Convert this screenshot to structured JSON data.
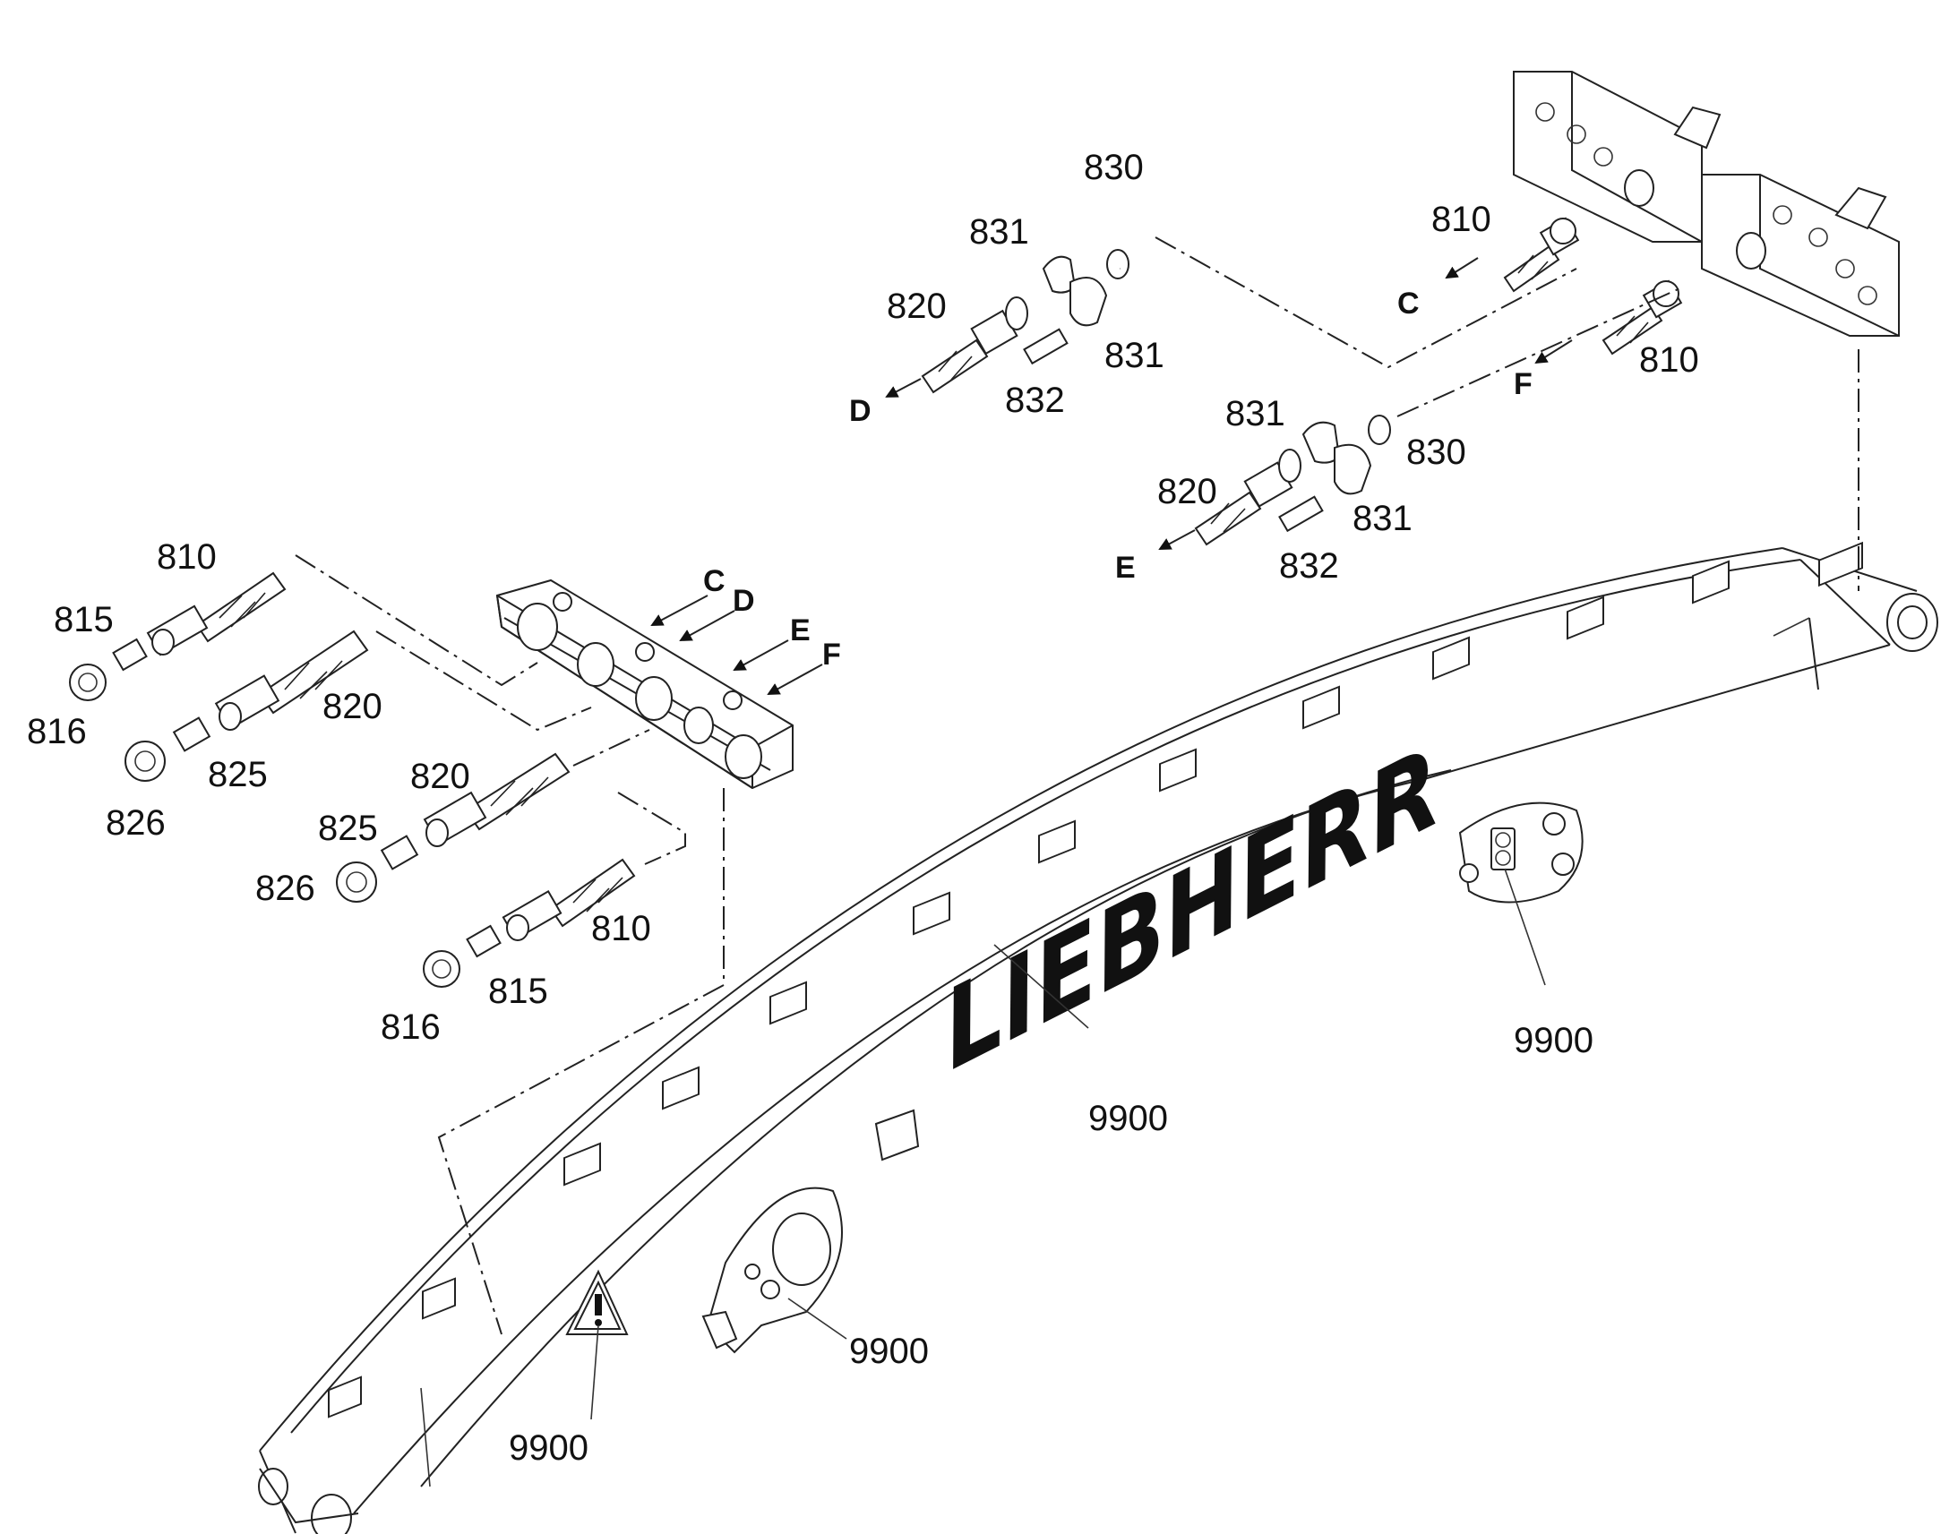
{
  "labels": {
    "l810_top": "810",
    "l810_right": "810",
    "l810_left": "810",
    "l810_lower": "810",
    "l815_a": "815",
    "l815_b": "815",
    "l816_a": "816",
    "l816_b": "816",
    "l820_top": "820",
    "l820_mid": "820",
    "l820_left_a": "820",
    "l820_left_b": "820",
    "l825_a": "825",
    "l825_b": "825",
    "l826_a": "826",
    "l826_b": "826",
    "l830_top": "830",
    "l830_mid": "830",
    "l831_a": "831",
    "l831_b": "831",
    "l831_c": "831",
    "l831_d": "831",
    "l832_a": "832",
    "l832_b": "832",
    "l9900_logo": "9900",
    "l9900_bracket": "9900",
    "l9900_lug": "9900",
    "l9900_warn": "9900",
    "C_a": "C",
    "C_b": "C",
    "D_a": "D",
    "D_b": "D",
    "E_a": "E",
    "E_b": "E",
    "F_a": "F",
    "F_b": "F",
    "logo": "LIEBHERR"
  },
  "colors": {
    "line": "#222222",
    "background": "#ffffff"
  },
  "icons": [
    "warning-triangle-icon",
    "lifting-point-icon"
  ]
}
